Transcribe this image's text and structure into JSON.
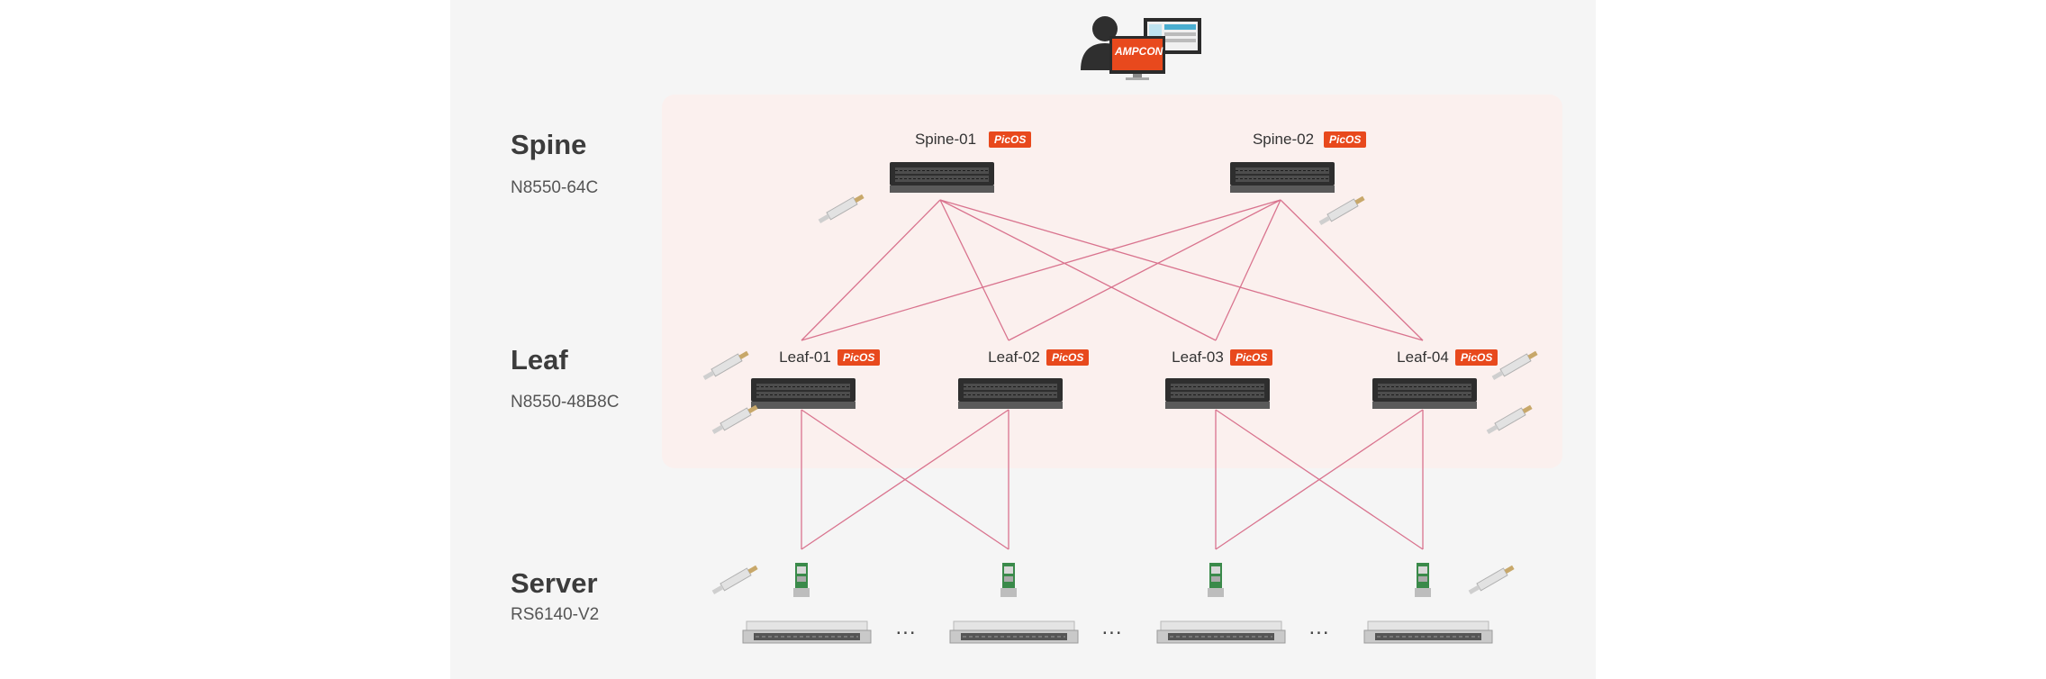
{
  "tiers": {
    "spine": {
      "title": "Spine",
      "model": "N8550-64C"
    },
    "leaf": {
      "title": "Leaf",
      "model": "N8550-48B8C"
    },
    "server": {
      "title": "Server",
      "model": "RS6140-V2"
    }
  },
  "controller": {
    "logo": "AMPCON",
    "icon": "user-with-monitors-icon"
  },
  "badge": "PicOS",
  "spines": [
    {
      "name": "Spine-01"
    },
    {
      "name": "Spine-02"
    }
  ],
  "leaves": [
    {
      "name": "Leaf-01"
    },
    {
      "name": "Leaf-02"
    },
    {
      "name": "Leaf-03"
    },
    {
      "name": "Leaf-04"
    }
  ],
  "ellipsis": "...",
  "colors": {
    "link": "#d9738e",
    "badge": "#e8491d",
    "zone": "#fbf0ee",
    "background": "#f5f5f5"
  }
}
